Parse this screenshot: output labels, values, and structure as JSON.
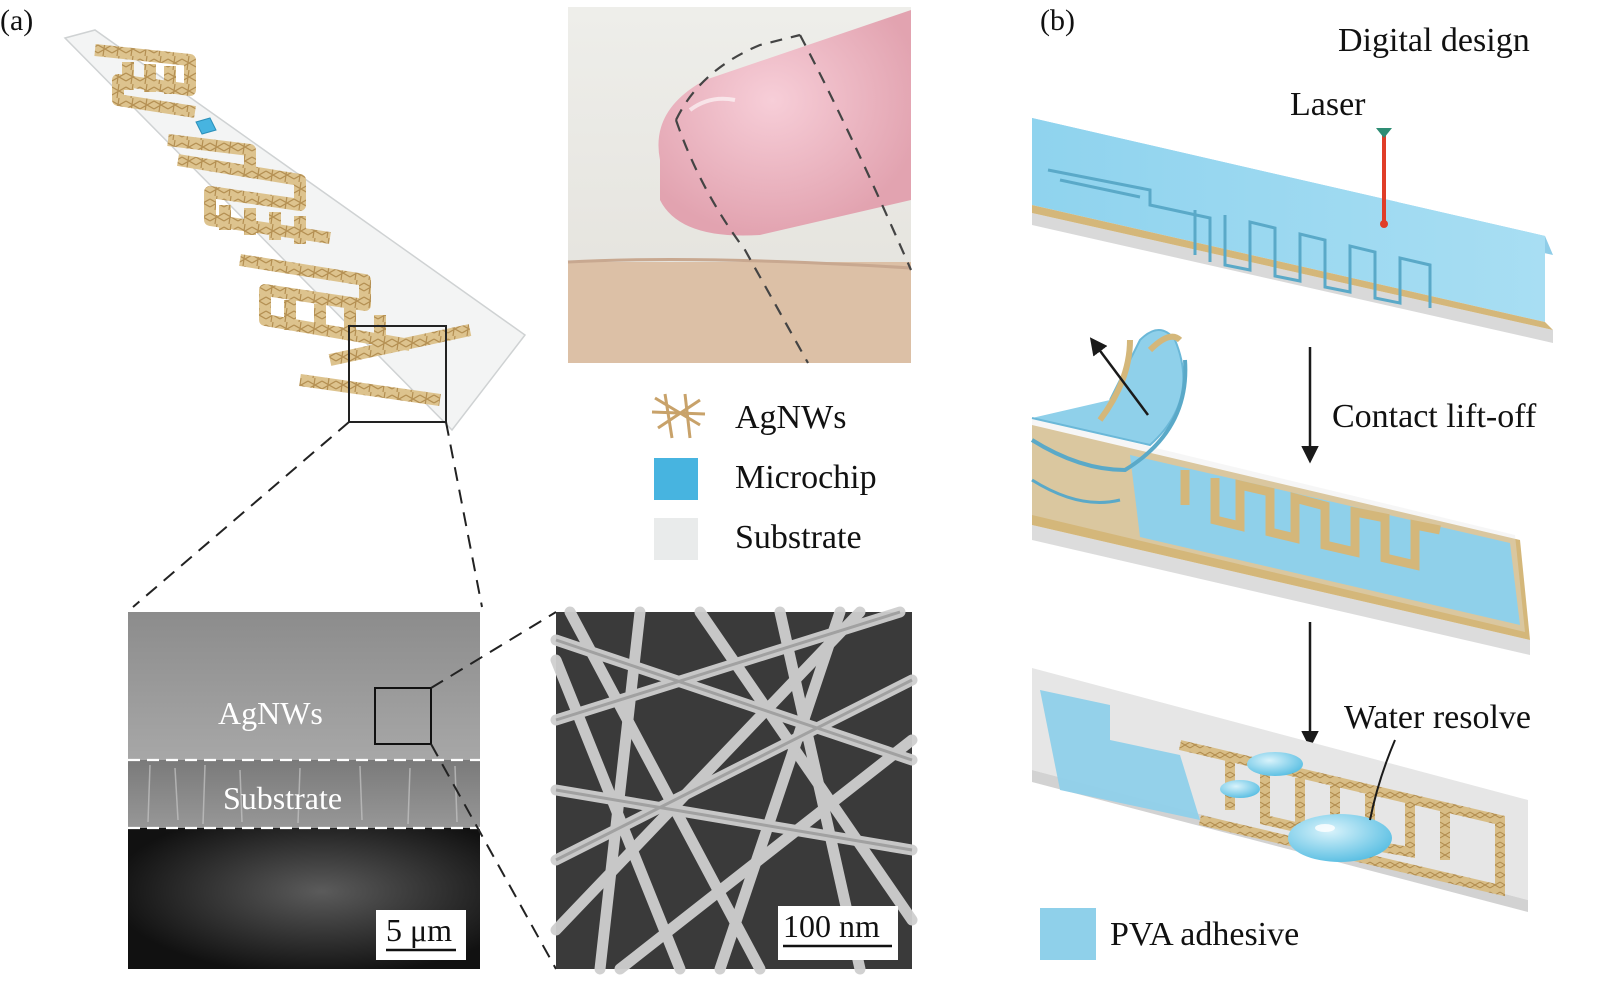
{
  "panels": {
    "a": {
      "label": "(a)",
      "legend": [
        {
          "label": "AgNWs",
          "icon": "nanowire-mesh-icon",
          "color": "#c8a26a"
        },
        {
          "label": "Microchip",
          "icon": "blue-square-icon",
          "color": "#47b4e0"
        },
        {
          "label": "Substrate",
          "icon": "gray-square-icon",
          "color": "#e9ebeb"
        }
      ],
      "sem_cross_section": {
        "layer_top": "AgNWs",
        "layer_bottom": "Substrate",
        "scale_bar": "5 μm"
      },
      "sem_top_view": {
        "scale_bar": "100 nm"
      }
    },
    "b": {
      "label": "(b)",
      "top_heading": "Digital design",
      "laser": "Laser",
      "step_lift_off": "Contact lift-off",
      "water_resolve": "Water resolve",
      "legend": [
        {
          "label": "PVA adhesive",
          "icon": "blue-square-icon",
          "color": "#8fd0ea"
        }
      ]
    }
  }
}
